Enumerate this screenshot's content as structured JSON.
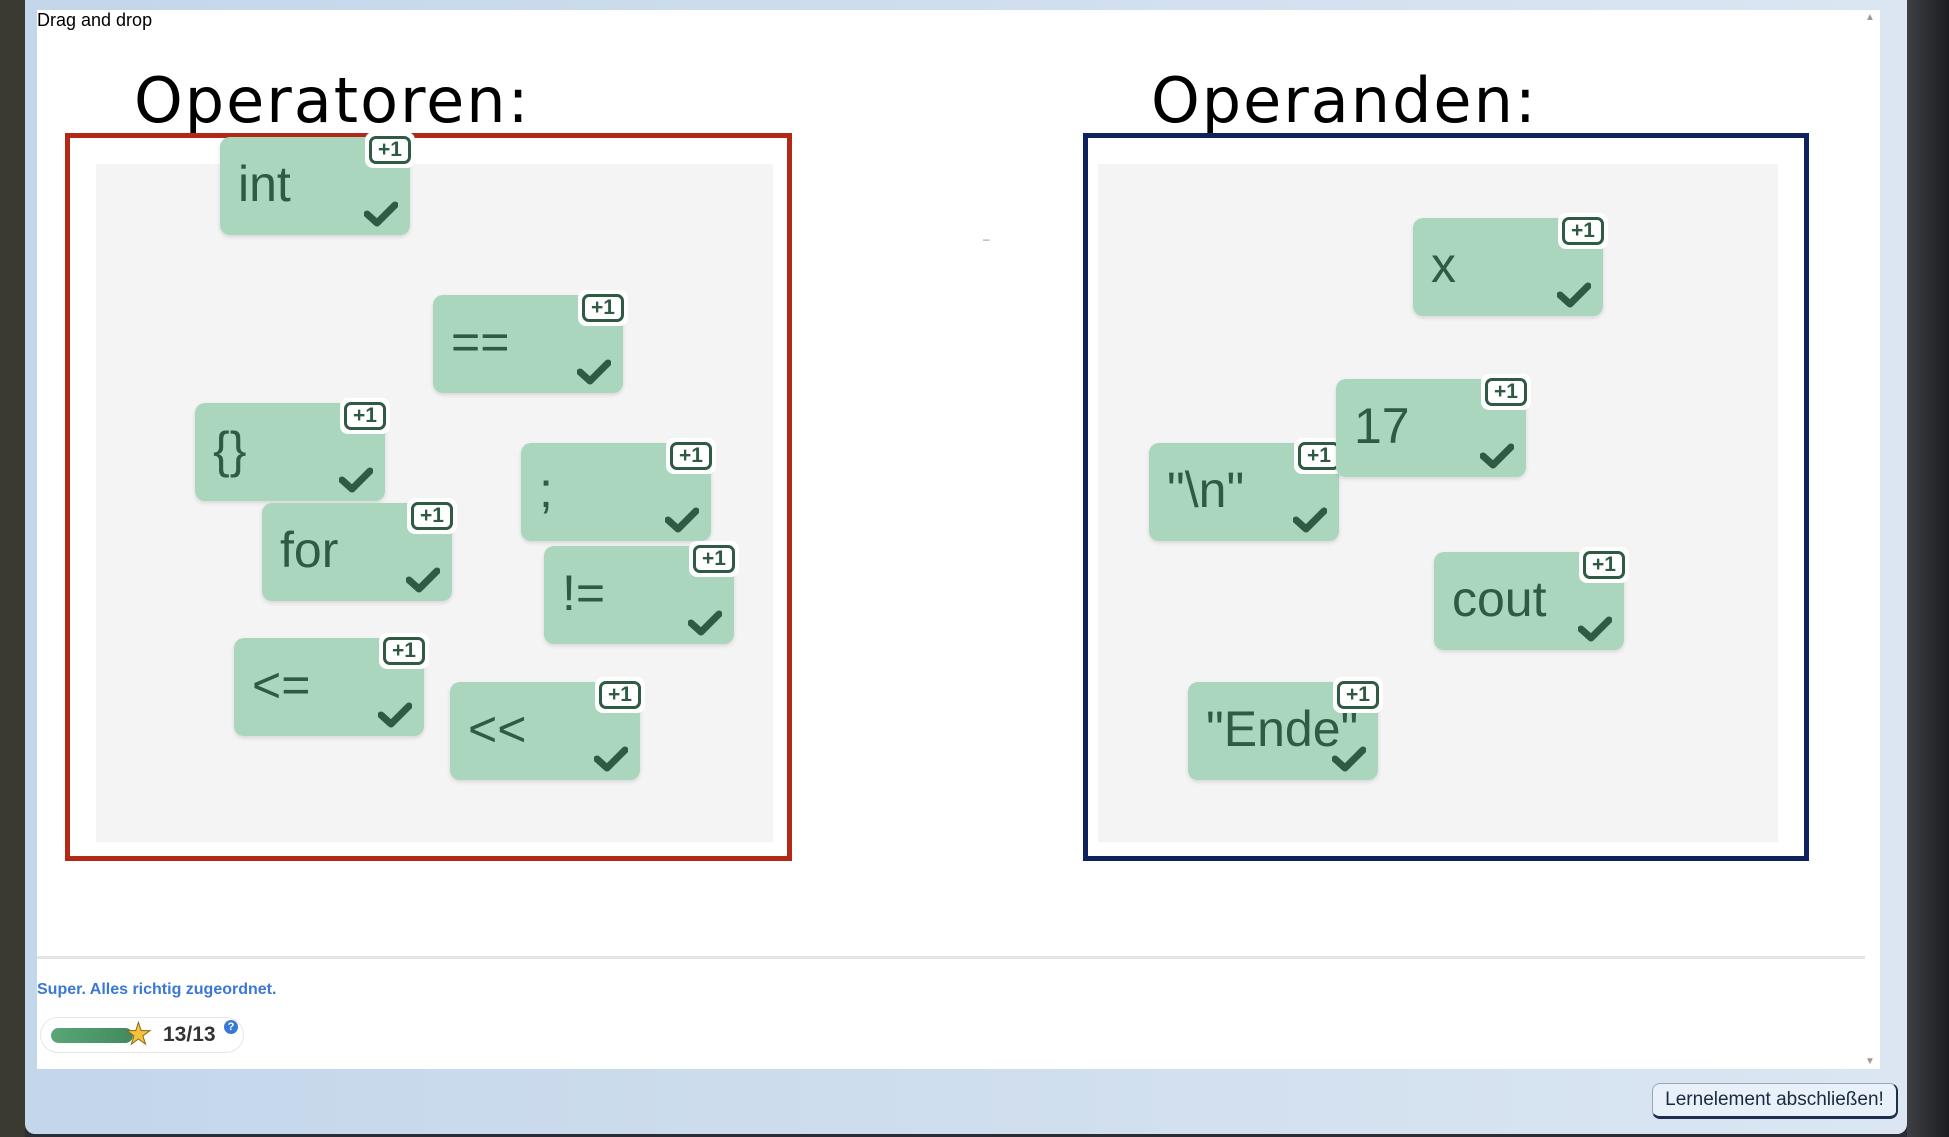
{
  "title": "Drag and drop",
  "headings": {
    "operators": "Operatoren:",
    "operands": "Operanden:"
  },
  "colors": {
    "operators_border": "#b22a16",
    "operands_border": "#0f2260",
    "card": "#aad6be",
    "card_text": "#2f5a44",
    "feedback": "#3a78d6"
  },
  "operators": [
    {
      "label": "int",
      "badge": "+1"
    },
    {
      "label": "==",
      "badge": "+1"
    },
    {
      "label": "{}",
      "badge": "+1"
    },
    {
      "label": ";",
      "badge": "+1"
    },
    {
      "label": "for",
      "badge": "+1"
    },
    {
      "label": "!=",
      "badge": "+1"
    },
    {
      "label": "<=",
      "badge": "+1"
    },
    {
      "label": "<<",
      "badge": "+1"
    }
  ],
  "operands": [
    {
      "label": "x",
      "badge": "+1"
    },
    {
      "label": "\"\\n\"",
      "badge": "+1"
    },
    {
      "label": "17",
      "badge": "+1"
    },
    {
      "label": "cout",
      "badge": "+1"
    },
    {
      "label": "\"Ende\"",
      "badge": "+1"
    }
  ],
  "feedback": "Super. Alles richtig zugeordnet.",
  "score": {
    "value": "13",
    "max": "13",
    "sep": "/",
    "progress": 1.0,
    "help": "?"
  },
  "dash": "–",
  "complete_button": "Lernelement abschließen!"
}
